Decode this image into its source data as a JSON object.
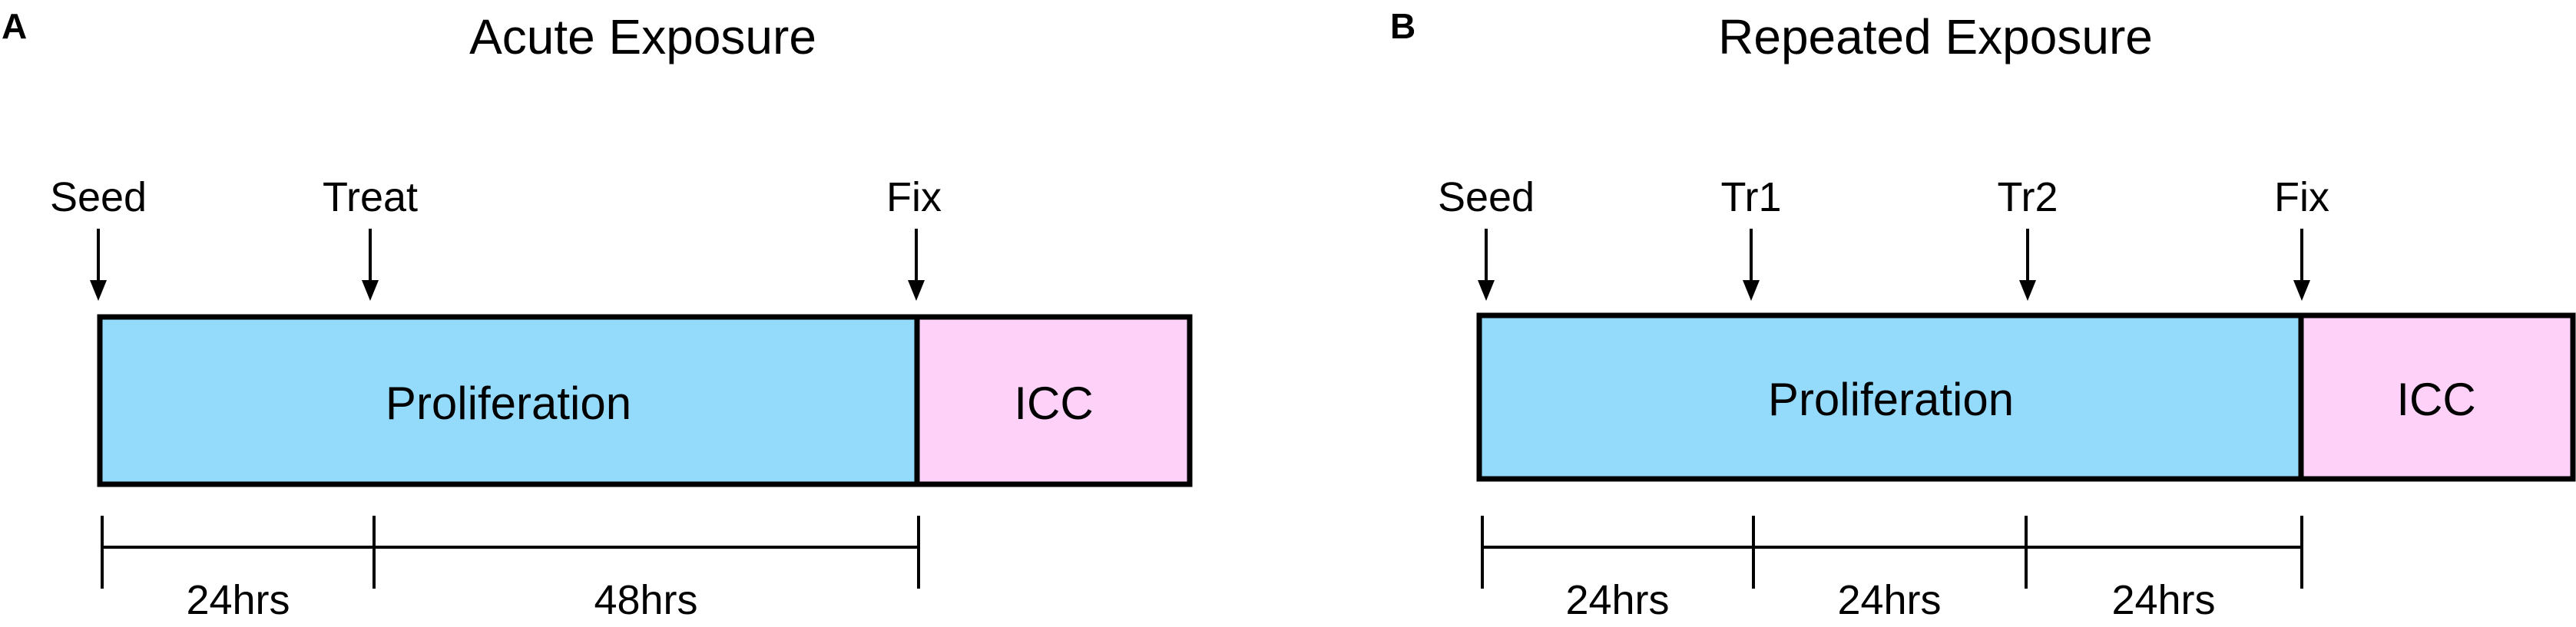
{
  "colors": {
    "proliferation": "#94dafb",
    "icc": "#fdd1f8",
    "stroke": "#000000"
  },
  "panels": [
    {
      "letter": "A",
      "title": "Acute Exposure",
      "events": [
        "Seed",
        "Treat",
        "Fix"
      ],
      "bar_labels": [
        "Proliferation",
        "ICC"
      ],
      "durations": [
        "24hrs",
        "48hrs"
      ]
    },
    {
      "letter": "B",
      "title": "Repeated Exposure",
      "events": [
        "Seed",
        "Tr1",
        "Tr2",
        "Fix"
      ],
      "bar_labels": [
        "Proliferation",
        "ICC"
      ],
      "durations": [
        "24hrs",
        "24hrs",
        "24hrs"
      ]
    }
  ]
}
